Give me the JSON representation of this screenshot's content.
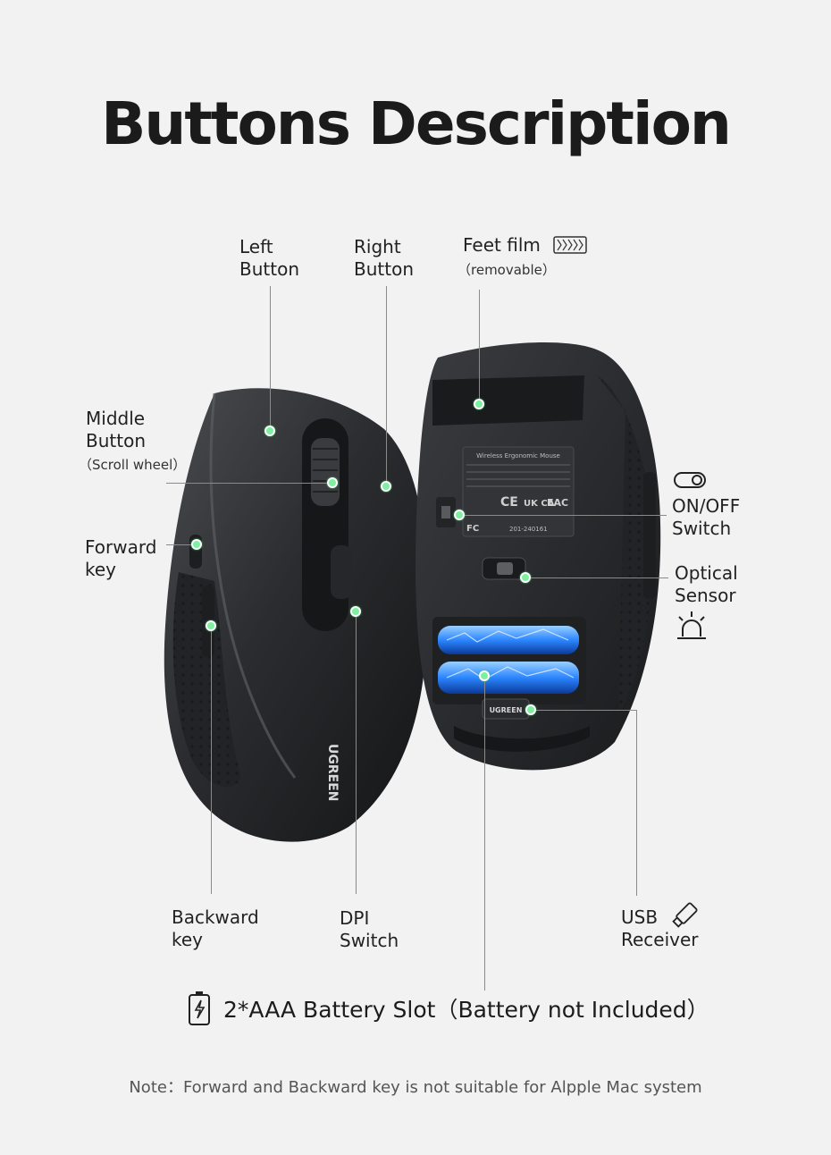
{
  "title": "Buttons Description",
  "labels": {
    "left_button": [
      "Left",
      "Button"
    ],
    "right_button": [
      "Right",
      "Button"
    ],
    "feet_film": "Feet film",
    "feet_film_note": "（removable）",
    "middle_button": [
      "Middle",
      "Button"
    ],
    "middle_button_note": "（Scroll wheel）",
    "forward_key": [
      "Forward",
      "key"
    ],
    "on_off_switch": [
      "ON/OFF",
      "Switch"
    ],
    "optical_sensor": [
      "Optical",
      "Sensor"
    ],
    "backward_key": [
      "Backward",
      "key"
    ],
    "dpi_switch": [
      "DPI",
      "Switch"
    ],
    "usb_receiver": [
      "USB",
      "Receiver"
    ]
  },
  "battery_slot": "2*AAA Battery Slot（Battery not Included）",
  "note": "Note：Forward and Backward key is not suitable for Alpple Mac system",
  "mouse_brand": "UGREEN",
  "receiver_brand": "UGREEN",
  "label_plate": {
    "heading": "Wireless Ergonomic Mouse",
    "marks": [
      "CE",
      "UK CA",
      "EAC",
      "FC"
    ],
    "serial": "201-240161"
  },
  "icons": [
    "feet-film-icon",
    "toggle-switch-icon",
    "sensor-light-icon",
    "usb-drive-icon",
    "battery-icon"
  ],
  "colors": {
    "background": "#f2f2f3",
    "mouse_body": "#2a2b2d",
    "accent_dot": "#7ef0a0",
    "battery_blue": "#2c86ff",
    "leader_line": "#8a8a8a"
  }
}
